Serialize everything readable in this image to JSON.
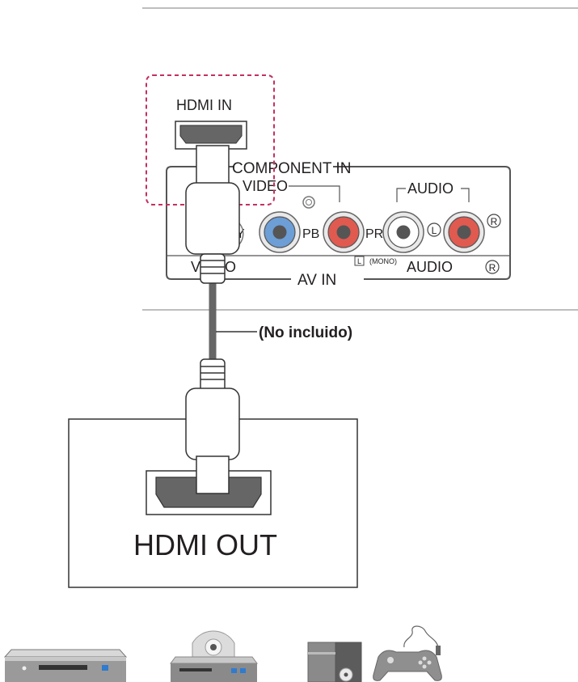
{
  "tv_panel": {
    "hdmi_in_label": "HDMI IN",
    "component_in_label": "COMPONENT IN",
    "video_label": "VIDEO",
    "y_label": "Y",
    "pb_label": "PB",
    "pr_label": "PR",
    "audio_label": "AUDIO",
    "audio_l_label": "L",
    "audio_r_label": "R",
    "video_bottom_label": "VIDEO",
    "mono_l_label": "L",
    "mono_label": "(MONO)",
    "audio_bottom_label": "AUDIO",
    "audio_bottom_r_label": "R",
    "av_in_label": "AV IN"
  },
  "cable": {
    "callout_label": "(No incluido)"
  },
  "source_device": {
    "hdmi_out_label": "HDMI OUT"
  },
  "devices": [
    {
      "icon": "blu-ray-player-icon"
    },
    {
      "icon": "dvd-player-icon"
    },
    {
      "icon": "pc-tower-icon"
    },
    {
      "icon": "game-controller-icon"
    }
  ],
  "colors": {
    "highlight_dash": "#c4305e",
    "pb_jack": "#6d9ed6",
    "pr_jack": "#e05a50",
    "audio_r_jack": "#e05a50",
    "panel_stroke": "#555555",
    "jack_core": "#555555"
  }
}
